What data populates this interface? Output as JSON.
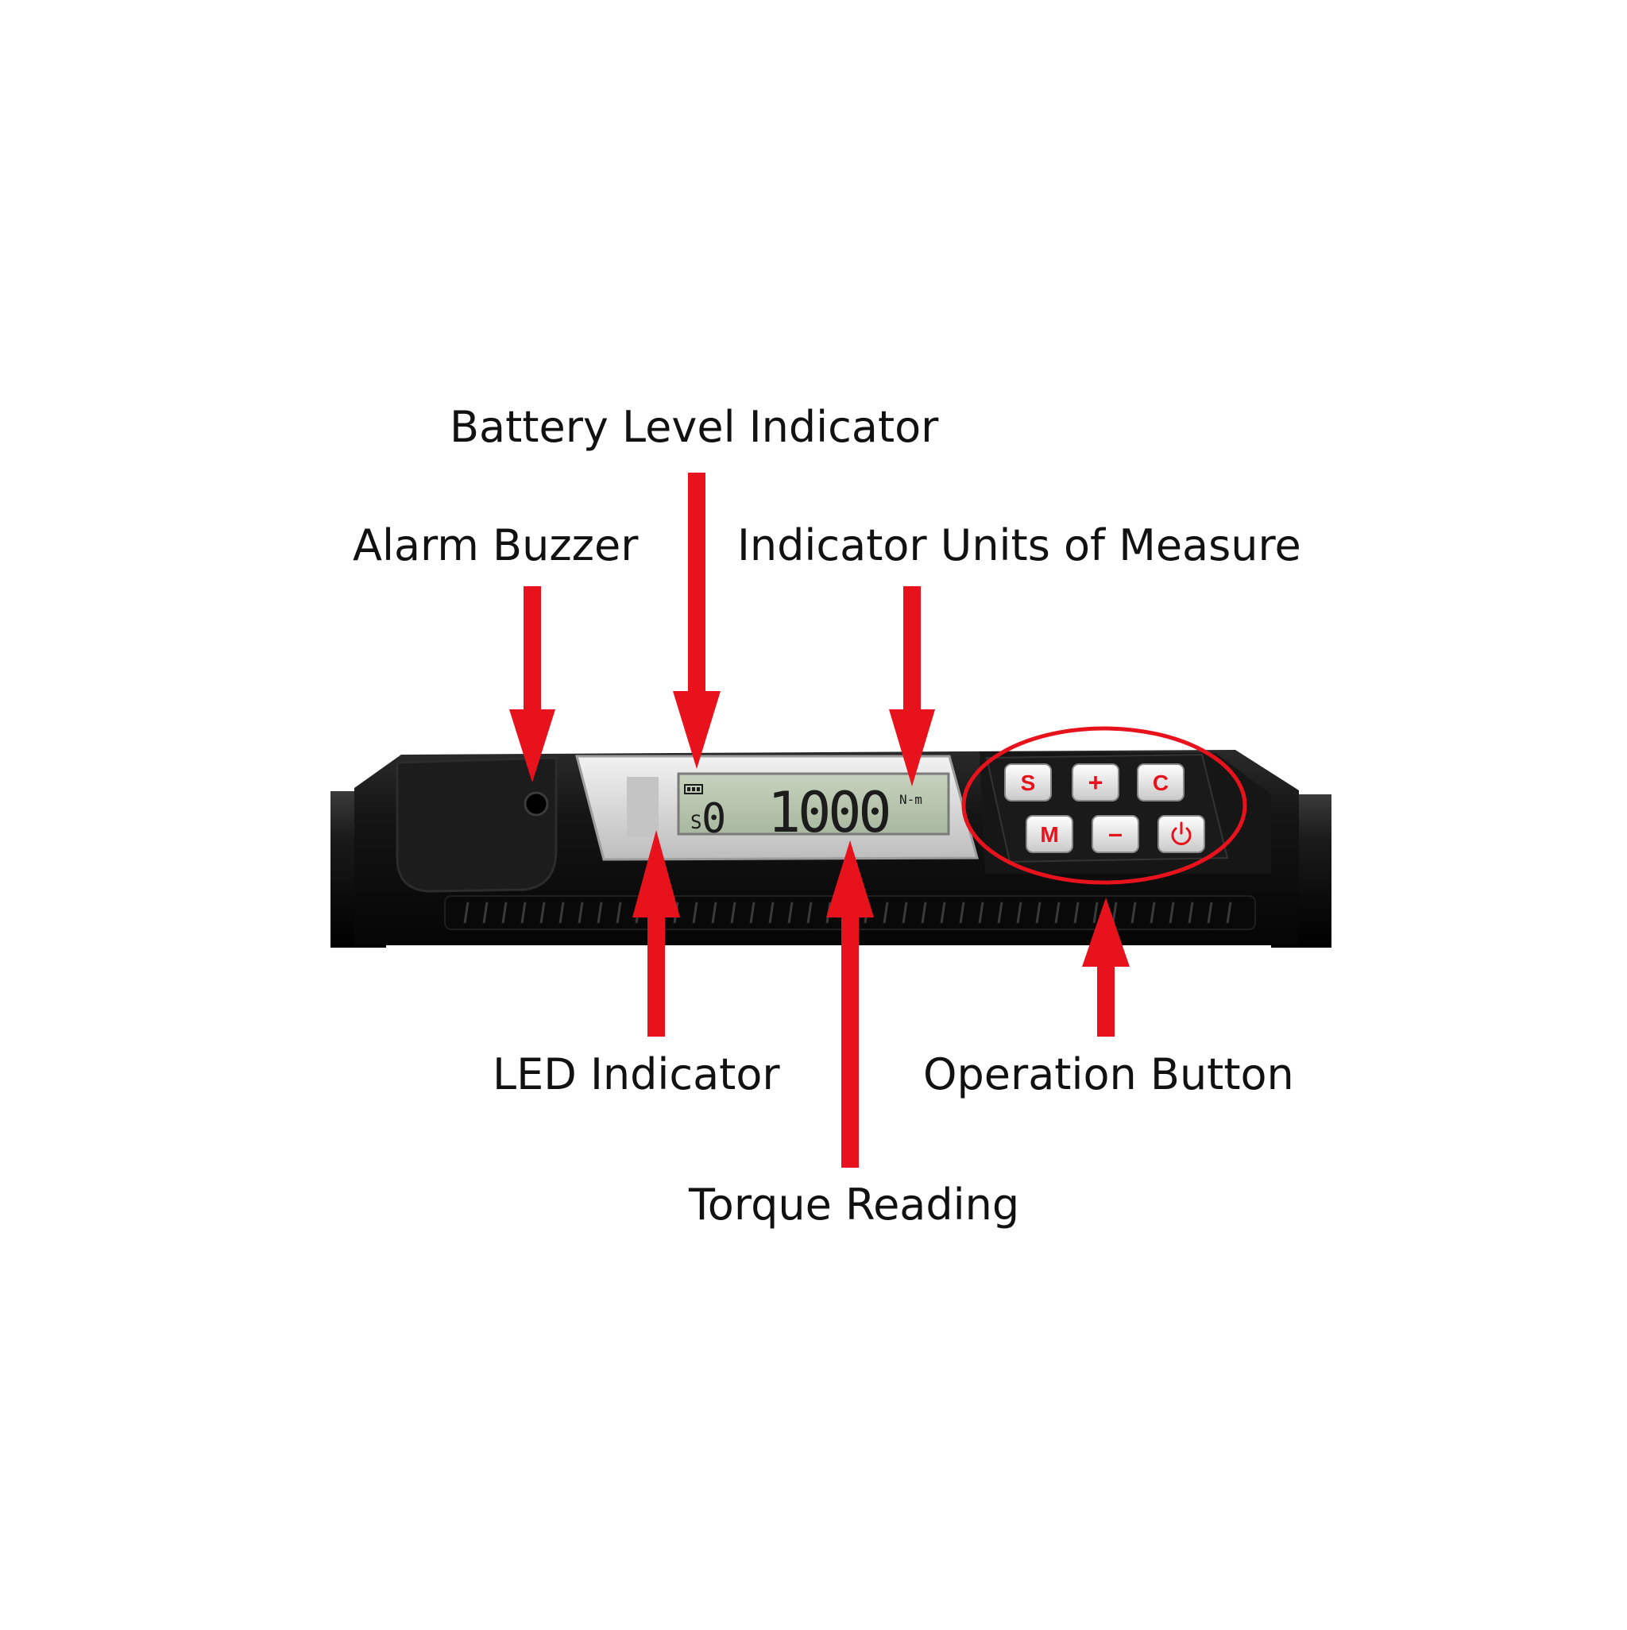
{
  "labels": {
    "battery_level_indicator": "Battery Level Indicator",
    "alarm_buzzer": "Alarm Buzzer",
    "indicator_units_of_measure": "Indicator Units of Measure",
    "led_indicator": "LED Indicator",
    "torque_reading": "Torque Reading",
    "operation_button": "Operation Button"
  },
  "display": {
    "reading": "1000",
    "unit": "N-m",
    "mode_letter": "S",
    "mode_digit": "0"
  },
  "buttons": {
    "s": "S",
    "plus": "+",
    "c": "C",
    "m": "M",
    "minus": "–",
    "power_icon": "power-icon"
  },
  "colors": {
    "arrow_red": "#e8121c",
    "body_black": "#0e0e0e",
    "lcd_green": "#b9c9b0",
    "button_label_red": "#e8121c"
  }
}
